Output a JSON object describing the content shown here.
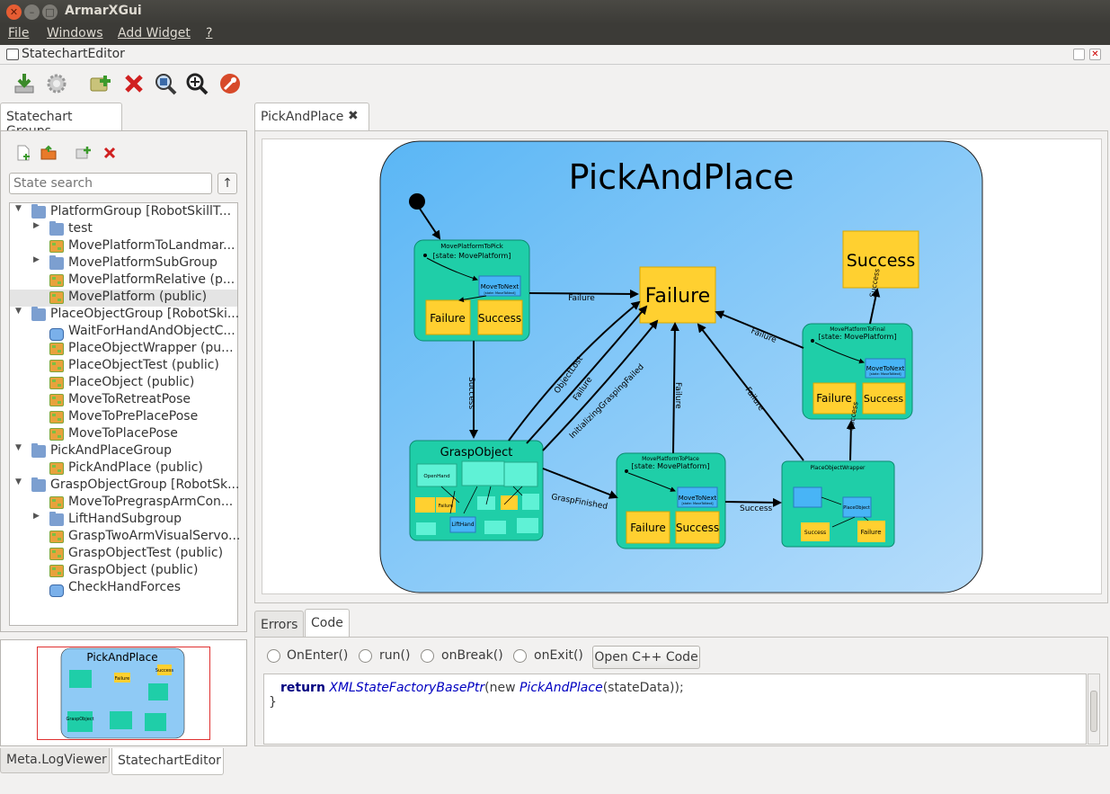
{
  "app": {
    "title": "ArmarXGui"
  },
  "menu": [
    "File",
    "Windows",
    "Add Widget",
    "?"
  ],
  "dock": {
    "title": "StatechartEditor"
  },
  "left": {
    "tab": "Statechart Groups",
    "search_placeholder": "State search",
    "sort_label": "↑",
    "tree": [
      {
        "label": "PlatformGroup [RobotSkillT...",
        "icon": "folder",
        "level": 0,
        "arrow": "down"
      },
      {
        "label": "test",
        "icon": "folder",
        "level": 1,
        "arrow": "right"
      },
      {
        "label": "MovePlatformToLandmar...",
        "icon": "state",
        "level": 1
      },
      {
        "label": "MovePlatformSubGroup",
        "icon": "folder",
        "level": 1,
        "arrow": "right"
      },
      {
        "label": "MovePlatformRelative (p...",
        "icon": "state",
        "level": 1
      },
      {
        "label": "MovePlatform (public)",
        "icon": "state",
        "level": 1,
        "selected": true
      },
      {
        "label": "PlaceObjectGroup [RobotSki...",
        "icon": "folder",
        "level": 0,
        "arrow": "down"
      },
      {
        "label": "WaitForHandAndObjectC...",
        "icon": "pill",
        "level": 1
      },
      {
        "label": "PlaceObjectWrapper (pu...",
        "icon": "state",
        "level": 1
      },
      {
        "label": "PlaceObjectTest (public)",
        "icon": "state",
        "level": 1
      },
      {
        "label": "PlaceObject (public)",
        "icon": "state",
        "level": 1
      },
      {
        "label": "MoveToRetreatPose",
        "icon": "state",
        "level": 1
      },
      {
        "label": "MoveToPrePlacePose",
        "icon": "state",
        "level": 1
      },
      {
        "label": "MoveToPlacePose",
        "icon": "state",
        "level": 1
      },
      {
        "label": "PickAndPlaceGroup",
        "icon": "folder",
        "level": 0,
        "arrow": "down"
      },
      {
        "label": "PickAndPlace (public)",
        "icon": "state",
        "level": 1
      },
      {
        "label": "GraspObjectGroup [RobotSk...",
        "icon": "folder",
        "level": 0,
        "arrow": "down"
      },
      {
        "label": "MoveToPregraspArmCon...",
        "icon": "state",
        "level": 1
      },
      {
        "label": "LiftHandSubgroup",
        "icon": "folder",
        "level": 1,
        "arrow": "right"
      },
      {
        "label": "GraspTwoArmVisualServo...",
        "icon": "state",
        "level": 1
      },
      {
        "label": "GraspObjectTest (public)",
        "icon": "state",
        "level": 1
      },
      {
        "label": "GraspObject (public)",
        "icon": "state",
        "level": 1
      },
      {
        "label": "CheckHandForces",
        "icon": "pill",
        "level": 1
      }
    ],
    "minimap_title": "PickAndPlace",
    "minimap_labels": {
      "failure": "Failure",
      "success": "Success",
      "grasp": "GraspObject"
    }
  },
  "editor": {
    "tab": "PickAndPlace",
    "diagram": {
      "title": "PickAndPlace",
      "failure": "Failure",
      "success": "Success",
      "mpp": {
        "name": "MovePlatformToPick",
        "sub": "[state: MovePlatform]",
        "inner": "MoveToNext",
        "inner_sub": "[state: MoveToNext]",
        "f": "Failure",
        "s": "Success"
      },
      "mpf": {
        "name": "MovePlatformToFinal",
        "sub": "[state: MovePlatform]",
        "inner": "MoveToNext",
        "inner_sub": "[state: MoveToNext]",
        "f": "Failure",
        "s": "Success"
      },
      "mpplace": {
        "name": "MovePlatformToPlace",
        "sub": "[state: MovePlatform]",
        "inner": "MoveToNext",
        "inner_sub": "[state: MoveToNext]",
        "f": "Failure",
        "s": "Success"
      },
      "grasp": {
        "name": "GraspObject",
        "open": "OpenHand",
        "lift": "LiftHand",
        "f": "Failure"
      },
      "place": {
        "name": "PlaceObjectWrapper",
        "inner": "PlaceObject",
        "s": "Success",
        "f": "Failure"
      },
      "edges": {
        "failure": "Failure",
        "success": "Success",
        "objlost": "ObjectLost",
        "initfail": "InitializingGraspingFailed",
        "graspfin": "GraspFinished"
      }
    }
  },
  "bottom": {
    "tabs": [
      "Errors",
      "Code"
    ],
    "radios": [
      "OnEnter()",
      "run()",
      "onBreak()",
      "onExit()"
    ],
    "open_btn": "Open C++ Code",
    "code_kw": "return",
    "code_fn1": "XMLStateFactoryBasePtr",
    "code_mid": "(new ",
    "code_fn2": "PickAndPlace",
    "code_end": "(stateData));",
    "code_close": "}"
  },
  "footer": {
    "tabs": [
      "Meta.LogViewer",
      "StatechartEditor"
    ]
  }
}
